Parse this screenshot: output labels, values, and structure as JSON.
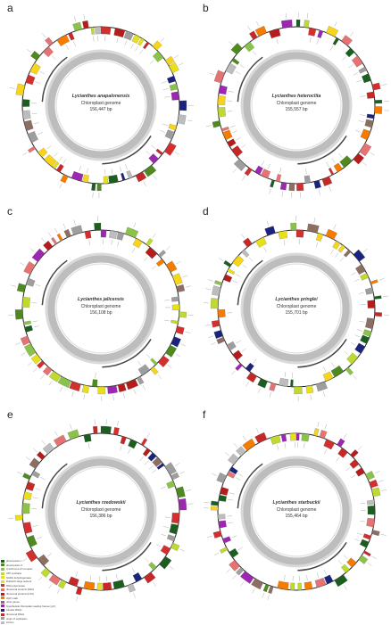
{
  "panels": [
    {
      "letter": "a",
      "species": "Lycianthes anapalonensis",
      "subtitle": "Chloroplast genome",
      "size": "156,447 bp"
    },
    {
      "letter": "b",
      "species": "Lycianthes heteroclita",
      "subtitle": "Chloroplast genome",
      "size": "155,557 bp"
    },
    {
      "letter": "c",
      "species": "Lycianthes jalicensis",
      "subtitle": "Chloroplast genome",
      "size": "156,108 bp"
    },
    {
      "letter": "d",
      "species": "Lycianthes pringlei",
      "subtitle": "Chloroplast genome",
      "size": "155,701 bp"
    },
    {
      "letter": "e",
      "species": "Lycianthes rzedowskii",
      "subtitle": "Chloroplast genome",
      "size": "156,386 bp"
    },
    {
      "letter": "f",
      "species": "Lycianthes starbuckii",
      "subtitle": "Chloroplast genome",
      "size": "155,464 bp"
    }
  ],
  "legend": [
    {
      "label": "photosystem I",
      "color": "#1b5e20"
    },
    {
      "label": "photosystem II",
      "color": "#4e8a1f"
    },
    {
      "label": "cytochrome b/f complex",
      "color": "#8bc34a"
    },
    {
      "label": "ATP synthase",
      "color": "#c0d930"
    },
    {
      "label": "NADH dehydrogenase",
      "color": "#e8e01a"
    },
    {
      "label": "RubisCO large subunit",
      "color": "#f7d51d"
    },
    {
      "label": "RNA polymerase",
      "color": "#d32f2f"
    },
    {
      "label": "ribosomal proteins (SSU)",
      "color": "#e57373"
    },
    {
      "label": "ribosomal proteins (LSU)",
      "color": "#b71c1c"
    },
    {
      "label": "clpP, matK",
      "color": "#f57c00"
    },
    {
      "label": "other genes",
      "color": "#8d6e63"
    },
    {
      "label": "hypothetical chloroplast reading frames (ycf)",
      "color": "#9c27b0"
    },
    {
      "label": "transfer RNAs",
      "color": "#1a237e"
    },
    {
      "label": "ribosomal RNAs",
      "color": "#c62828"
    },
    {
      "label": "origin of replication",
      "color": "#9e9e9e"
    },
    {
      "label": "introns",
      "color": "#bdbdbd"
    }
  ]
}
